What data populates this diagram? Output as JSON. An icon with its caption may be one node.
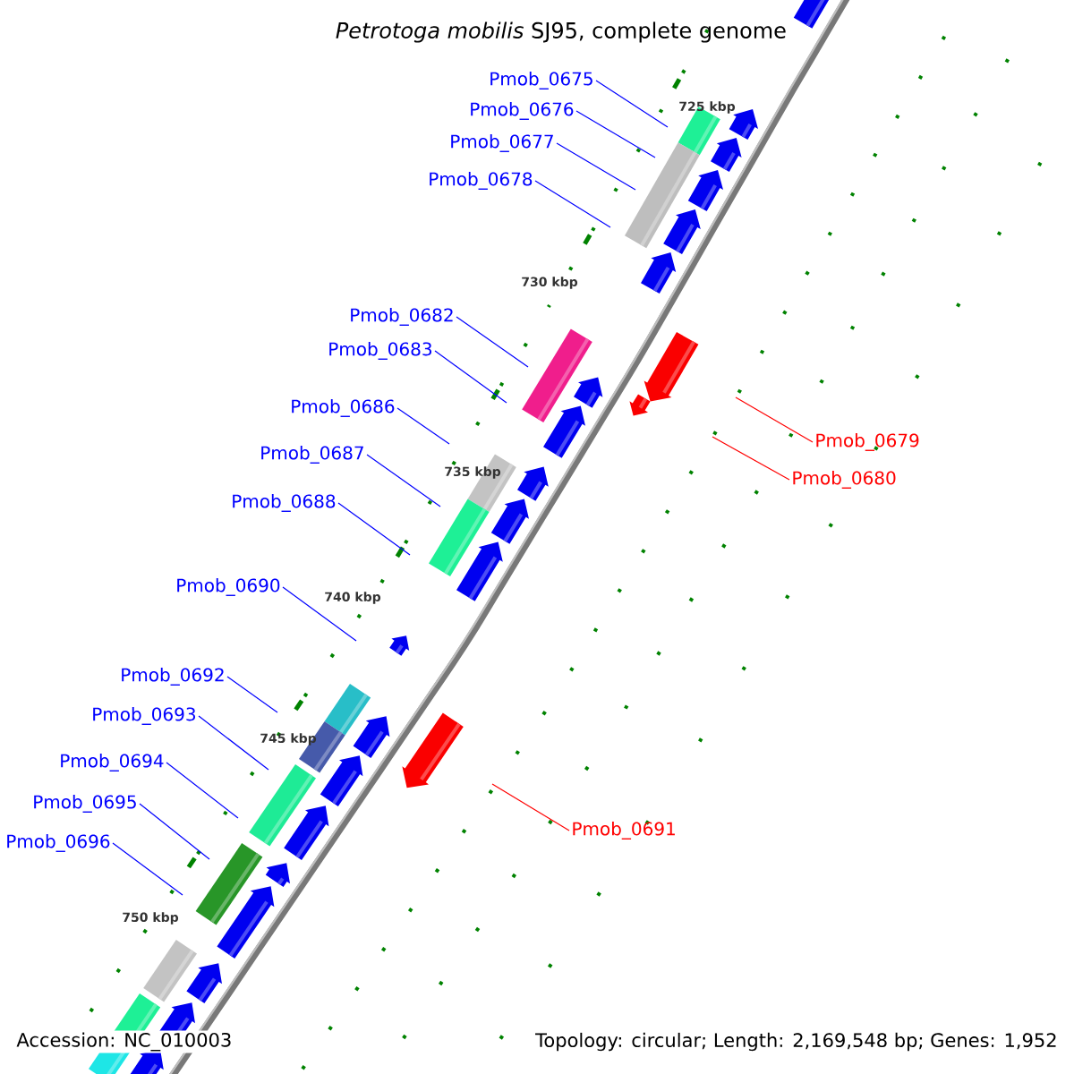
{
  "diagram": {
    "title": "*Petrotoga mobilis* SJ95, complete genome",
    "nodes": [
      {
        "text": [
          "Pmob_0675"
        ]
      },
      {
        "text": [
          "Pmob_0676"
        ]
      },
      {
        "text": [
          "Pmob_0677"
        ]
      },
      {
        "text": [
          "Pmob_0678"
        ]
      },
      {
        "text": [
          "Pmob_0682"
        ]
      },
      {
        "text": [
          "Pmob_0683"
        ]
      },
      {
        "text": [
          "Pmob_0686"
        ]
      },
      {
        "text": [
          "Pmob_0679"
        ]
      },
      {
        "text": [
          "Pmob_0687"
        ]
      },
      {
        "text": [
          "Pmob_0680"
        ]
      },
      {
        "text": [
          "Pmob_0688"
        ]
      },
      {
        "text": [
          "Pmob_0690"
        ]
      },
      {
        "text": [
          "Pmob_0692"
        ]
      },
      {
        "text": [
          "Pmob_0693"
        ]
      },
      {
        "text": [
          "Pmob_0694"
        ]
      },
      {
        "text": [
          "Pmob_0695"
        ]
      },
      {
        "text": [
          "Pmob_0691"
        ]
      },
      {
        "text": [
          "Pmob_0696"
        ]
      }
    ],
    "edges": [
      {
        "from": 0,
        "to": null,
        "arrow": "none"
      },
      {
        "from": 1,
        "to": null,
        "arrow": "none"
      },
      {
        "from": 2,
        "to": null,
        "arrow": "none"
      },
      {
        "from": 3,
        "to": null,
        "arrow": "none"
      },
      {
        "from": 4,
        "to": null,
        "arrow": "none"
      },
      {
        "from": 5,
        "to": null,
        "arrow": "none"
      },
      {
        "from": 6,
        "to": null,
        "arrow": "none"
      },
      {
        "from": 7,
        "to": null,
        "arrow": "none",
        "color": "#ff0000"
      },
      {
        "from": 8,
        "to": null,
        "arrow": "none"
      },
      {
        "from": 9,
        "to": null,
        "arrow": "none",
        "color": "#ff0000"
      },
      {
        "from": 10,
        "to": null,
        "arrow": "none"
      },
      {
        "from": 11,
        "to": null,
        "arrow": "none"
      },
      {
        "from": 12,
        "to": null,
        "arrow": "none"
      },
      {
        "from": 13,
        "to": null,
        "arrow": "none"
      },
      {
        "from": 14,
        "to": null,
        "arrow": "none"
      },
      {
        "from": 15,
        "to": null,
        "arrow": "none"
      },
      {
        "from": 16,
        "to": null,
        "arrow": "none",
        "color": "#ff0000"
      },
      {
        "from": 17,
        "to": null,
        "arrow": "none"
      }
    ],
    "labels": [
      "725 kbp",
      "730 kbp",
      "735 kbp",
      "740 kbp",
      "745 kbp",
      "750 kbp",
      "Accession: NC_010003",
      "Topology: circular; Length: 2,169,548 bp; Genes: 1,952"
    ]
  }
}
